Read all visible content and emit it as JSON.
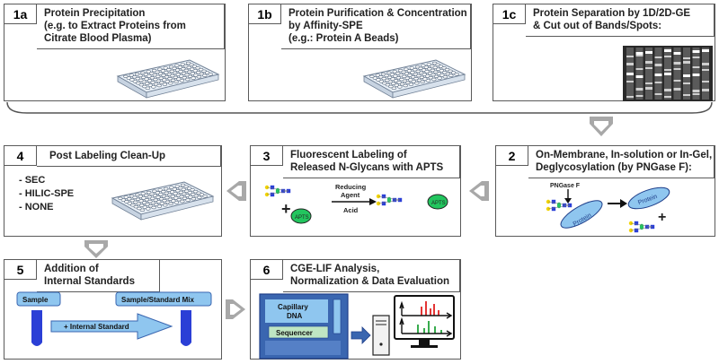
{
  "panels": {
    "p1a": {
      "num": "1a",
      "lines": [
        "Protein Precipitation",
        "(e.g. to Extract Proteins from",
        "Citrate Blood Plasma)"
      ]
    },
    "p1b": {
      "num": "1b",
      "lines": [
        "Protein Purification & Concentration",
        "by Affinity-SPE",
        "(e.g.: Protein A Beads)"
      ]
    },
    "p1c": {
      "num": "1c",
      "lines": [
        "Protein Separation by 1D/2D-GE",
        "& Cut out of Bands/Spots:"
      ]
    },
    "p2": {
      "num": "2",
      "lines": [
        "On-Membrane,  In-solution or In-Gel,",
        "Deglycosylation (by PNGase F):"
      ],
      "enzyme_label": "PNGase F",
      "protein_label": "Protein",
      "plus": "+"
    },
    "p3": {
      "num": "3",
      "lines": [
        "Fluorescent Labeling of",
        "Released N-Glycans with APTS"
      ],
      "reagent_top": "Reducing",
      "reagent_mid": "Agent",
      "reagent_bottom": "Acid",
      "apts": "APTS",
      "plus": "+"
    },
    "p4": {
      "num": "4",
      "lines": [
        "Post Labeling Clean-Up"
      ],
      "options": [
        "- SEC",
        "- HILIC-SPE",
        "- NONE"
      ]
    },
    "p5": {
      "num": "5",
      "lines": [
        "Addition of",
        "Internal Standards"
      ],
      "sample": "Sample",
      "mix": "Sample/Standard Mix",
      "arrow_label": "+ Internal Standard"
    },
    "p6": {
      "num": "6",
      "lines": [
        "CGE-LIF Analysis,",
        "Normalization & Data Evaluation"
      ],
      "capillary": "Capillary",
      "dna": "DNA",
      "sequencer": "Sequencer"
    }
  },
  "colors": {
    "border": "#5a5a5a",
    "arrow": "#9a9a9a",
    "green": "#22c55e",
    "blue": "#2b3fd6",
    "light_blue": "#8fc6ef",
    "instrument": "#3a66b0"
  }
}
